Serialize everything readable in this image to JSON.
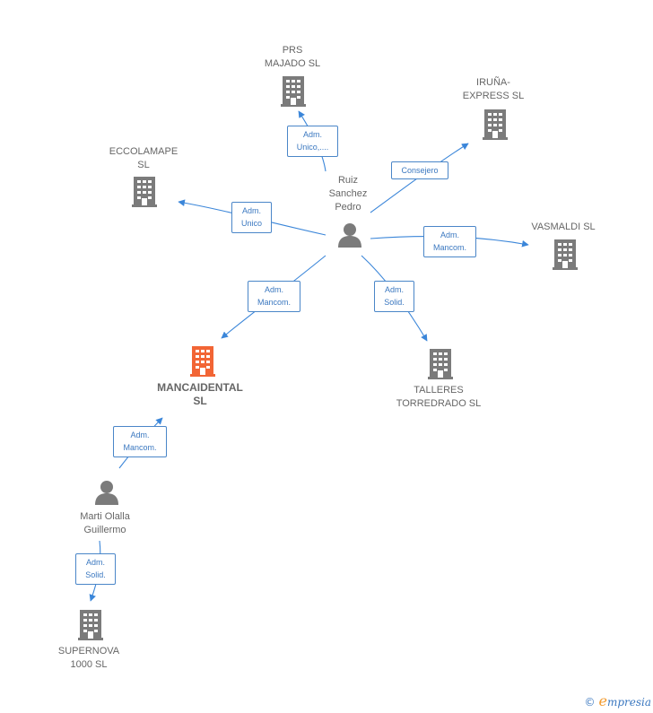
{
  "colors": {
    "edge": "#3b86d9",
    "building": "#7b7b7b",
    "building_main": "#f26535",
    "person": "#7b7b7b"
  },
  "nodes": {
    "prs_majado": {
      "label": "PRS\nMAJADO  SL",
      "icon": "building-icon"
    },
    "iruna_express": {
      "label": "IRUÑA-\nEXPRESS SL",
      "icon": "building-icon"
    },
    "eccolamape": {
      "label": "ECCOLAMAPE\nSL",
      "icon": "building-icon"
    },
    "ruiz_sanchez": {
      "label": "Ruiz\nSanchez\nPedro",
      "icon": "person-icon"
    },
    "vasmaldi": {
      "label": "VASMALDI  SL",
      "icon": "building-icon"
    },
    "mancaidental": {
      "label": "MANCAIDENTAL\nSL",
      "icon": "building-icon"
    },
    "talleres": {
      "label": "TALLERES\nTORREDRADO SL",
      "icon": "building-icon"
    },
    "marti_olalla": {
      "label": "Marti Olalla\nGuillermo",
      "icon": "person-icon"
    },
    "supernova": {
      "label": "SUPERNOVA\n1000  SL",
      "icon": "building-icon"
    }
  },
  "edges": {
    "to_prs": "Adm.\nUnico,....",
    "to_iruna": "Consejero",
    "to_eccolamape": "Adm.\nUnico",
    "to_vasmaldi": "Adm.\nMancom.",
    "to_mancaidental": "Adm.\nMancom.",
    "to_talleres": "Adm.\nSolid.",
    "marti_to_mancaidental": "Adm.\nMancom.",
    "marti_to_supernova": "Adm.\nSolid."
  },
  "footer": {
    "copyright": "©",
    "brand_initial": "e",
    "brand_rest": "mpresia"
  }
}
